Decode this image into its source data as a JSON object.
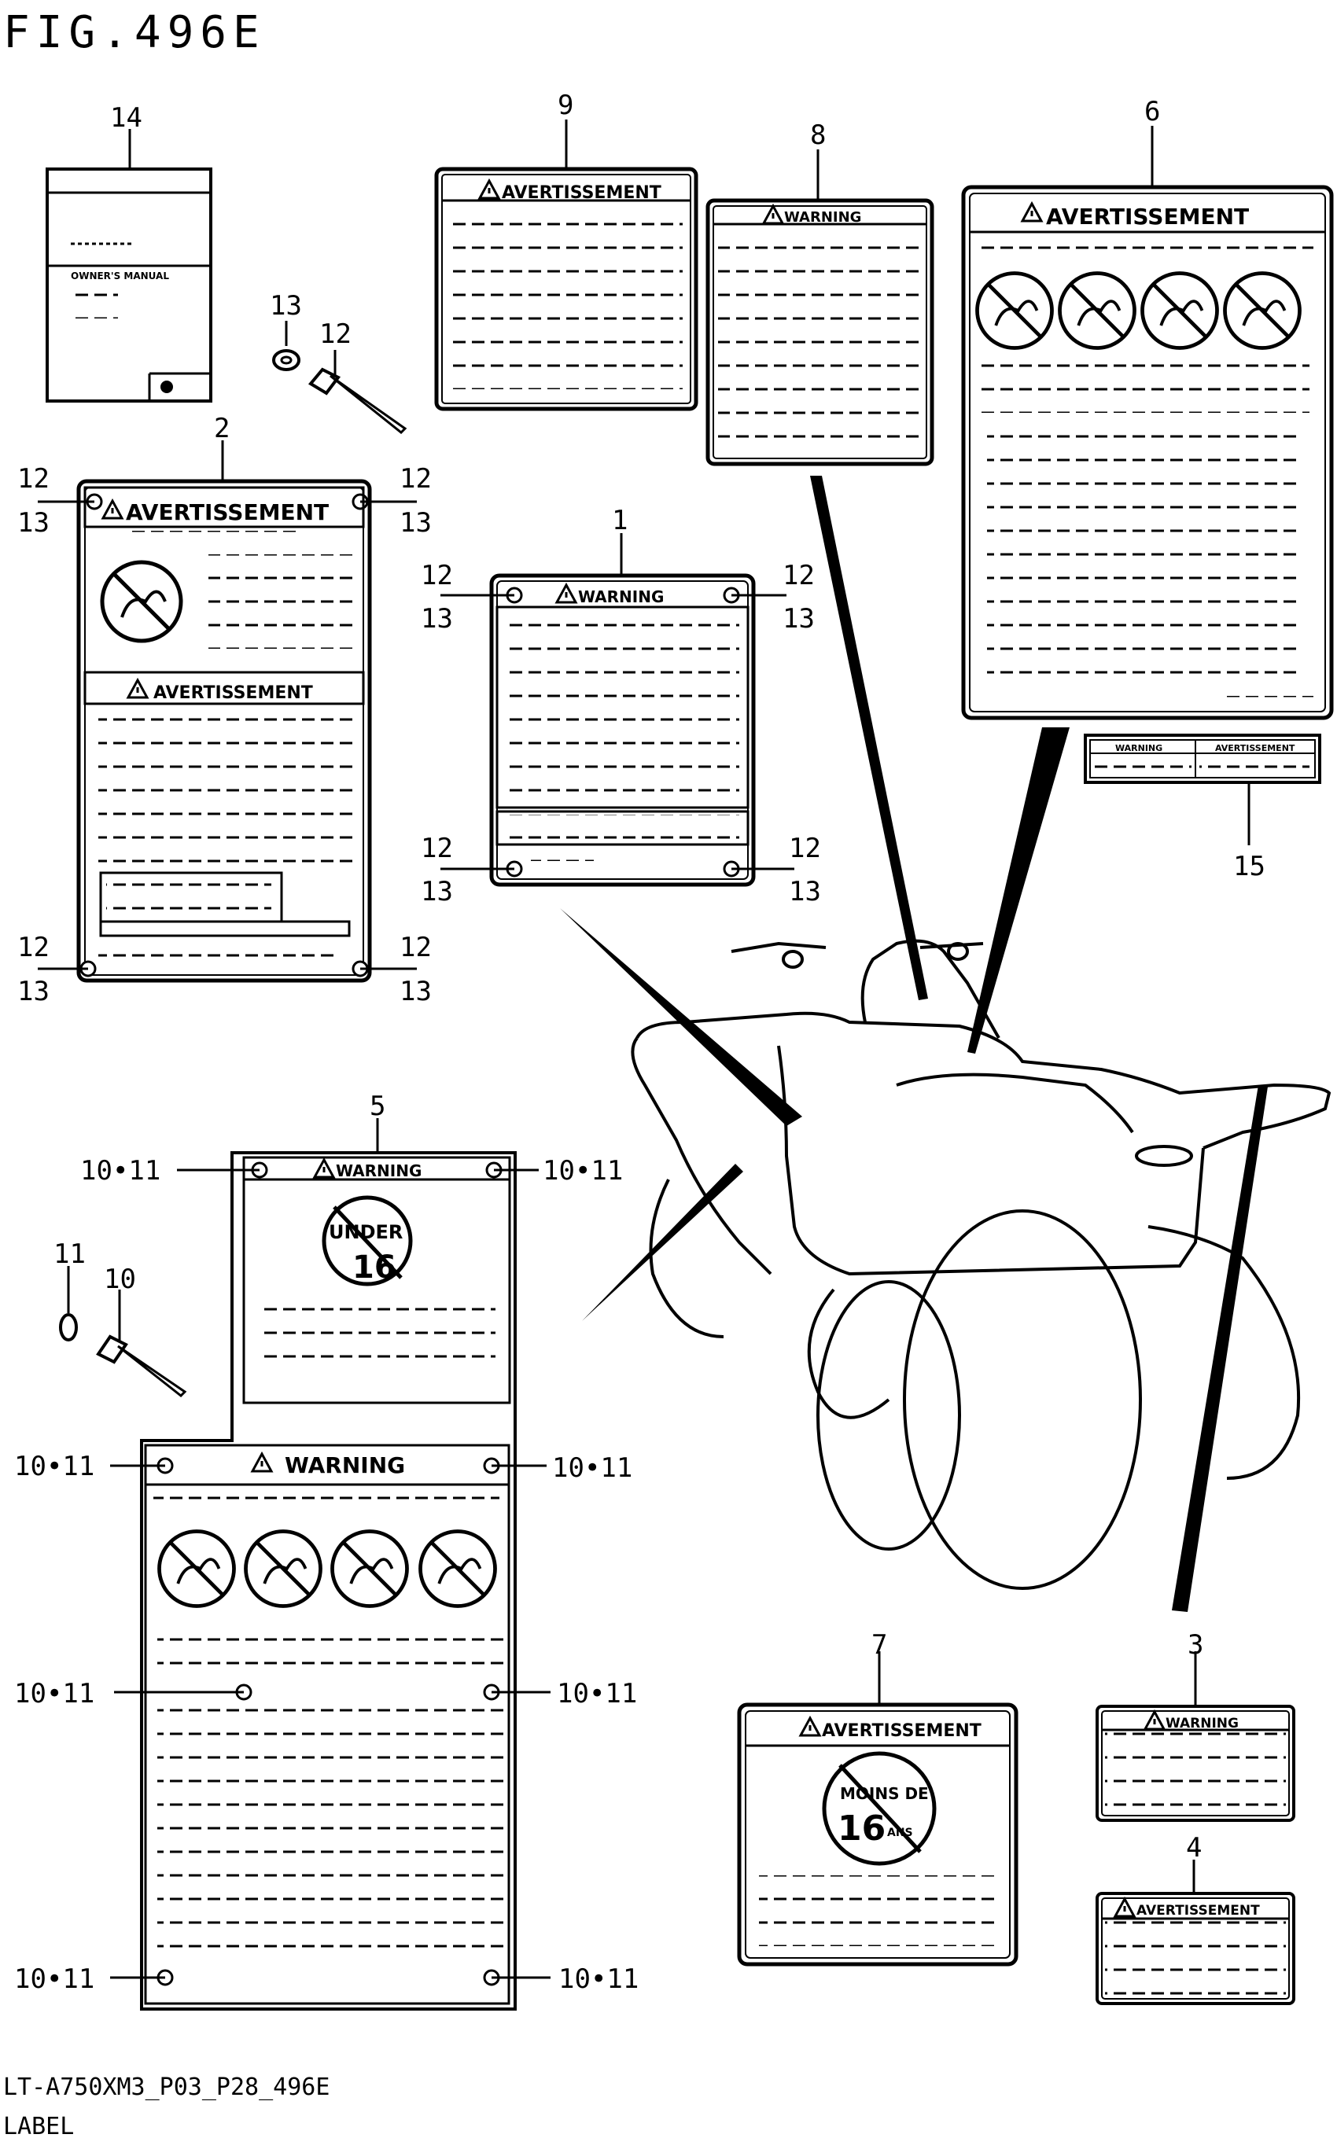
{
  "figure": {
    "title": "FIG.496E"
  },
  "footer": {
    "code": "LT-A750XM3_P03_P28_496E",
    "caption": "LABEL"
  },
  "labels": {
    "warning": "WARNING",
    "avertissement": "AVERTISSEMENT",
    "owners_manual": "OWNER'S MANUAL",
    "under": "UNDER",
    "age16": "16",
    "moins_de": "MOINS DE",
    "ans": "ANS"
  },
  "callouts": {
    "p1": "1",
    "p2": "2",
    "p3": "3",
    "p4": "4",
    "p5": "5",
    "p6": "6",
    "p7": "7",
    "p8": "8",
    "p9": "9",
    "p10": "10",
    "p11": "11",
    "p12": "12",
    "p13": "13",
    "p14": "14",
    "p15": "15",
    "rivet_washer": "10•11"
  }
}
